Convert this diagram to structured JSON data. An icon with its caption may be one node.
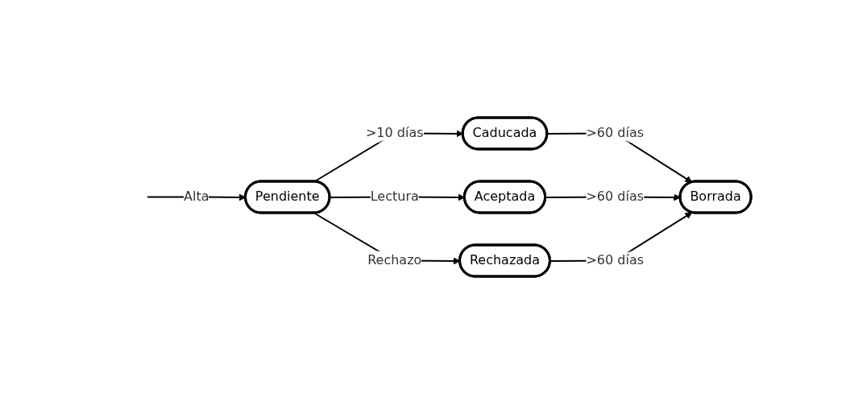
{
  "diagram": {
    "nodes": [
      {
        "text": [
          "Pendiente"
        ]
      },
      {
        "text": [
          "Caducada"
        ]
      },
      {
        "text": [
          "Aceptada"
        ]
      },
      {
        "text": [
          "Rechazada"
        ]
      },
      {
        "text": [
          "Borrada"
        ]
      }
    ],
    "edges": [
      {
        "from": null,
        "to": 0,
        "arrow": "to",
        "label": "Alta"
      },
      {
        "from": 0,
        "to": 1,
        "arrow": "to",
        "label": ">10 días"
      },
      {
        "from": 0,
        "to": 2,
        "arrow": "to",
        "label": "Lectura"
      },
      {
        "from": 0,
        "to": 3,
        "arrow": "to",
        "label": "Rechazo"
      },
      {
        "from": 1,
        "to": 4,
        "arrow": "to",
        "label": ">60 días"
      },
      {
        "from": 2,
        "to": 4,
        "arrow": "to",
        "label": ">60 días"
      },
      {
        "from": 3,
        "to": 4,
        "arrow": "to",
        "label": ">60 días"
      }
    ]
  }
}
